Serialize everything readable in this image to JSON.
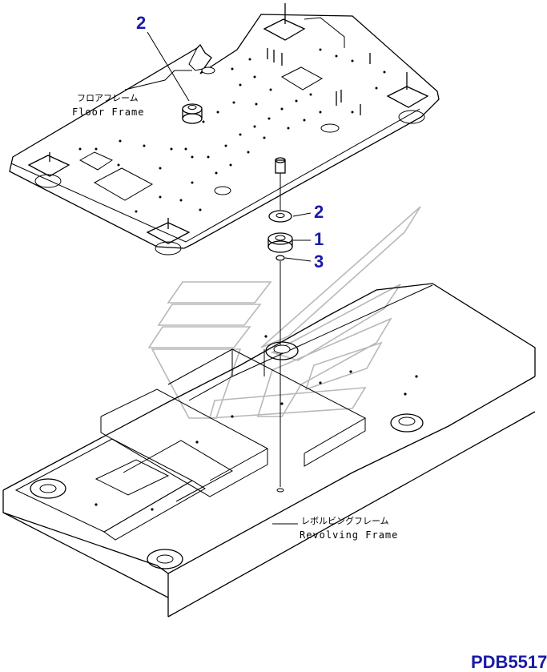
{
  "callouts": {
    "top_left_ref": "2",
    "washer_ref": "2",
    "mount_ref": "1",
    "bolt_ref": "3"
  },
  "labels": {
    "floor_frame_jp": "フロアフレーム",
    "floor_frame_en": "Floor Frame",
    "revolving_frame_jp": "レボルビングフレーム",
    "revolving_frame_en": "Revolving Frame"
  },
  "drawing_code": "PDB5517",
  "colors": {
    "callout_blue": "#1a1aa6",
    "line": "#000000",
    "watermark": "#b8b8b8"
  }
}
